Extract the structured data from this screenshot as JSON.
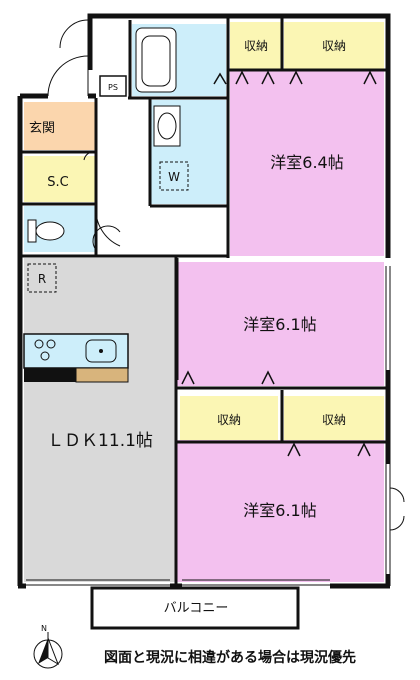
{
  "rooms": {
    "western_1": "洋室6.4帖",
    "western_2": "洋室6.1帖",
    "western_3": "洋室6.1帖",
    "ldk": "ＬＤＫ11.1帖",
    "entrance": "玄関",
    "shoe_closet": "S.C",
    "balcony": "バルコニー"
  },
  "storage": {
    "top_left": "収納",
    "top_right": "収納",
    "mid_left": "収納",
    "mid_right": "収納"
  },
  "fixtures": {
    "pipe_space": "PS",
    "washer": "W",
    "fridge": "R"
  },
  "compass": {
    "label": "N"
  },
  "note": "図面と現況に相違がある場合は現況優先",
  "colors": {
    "bedroom": "#f3c1ef",
    "storage": "#fbf6b4",
    "ldk": "#d9d9d9",
    "wet": "#cdeefa",
    "entrance": "#fbd6ad",
    "counter": "#d8b47c",
    "wall": "#111111"
  }
}
